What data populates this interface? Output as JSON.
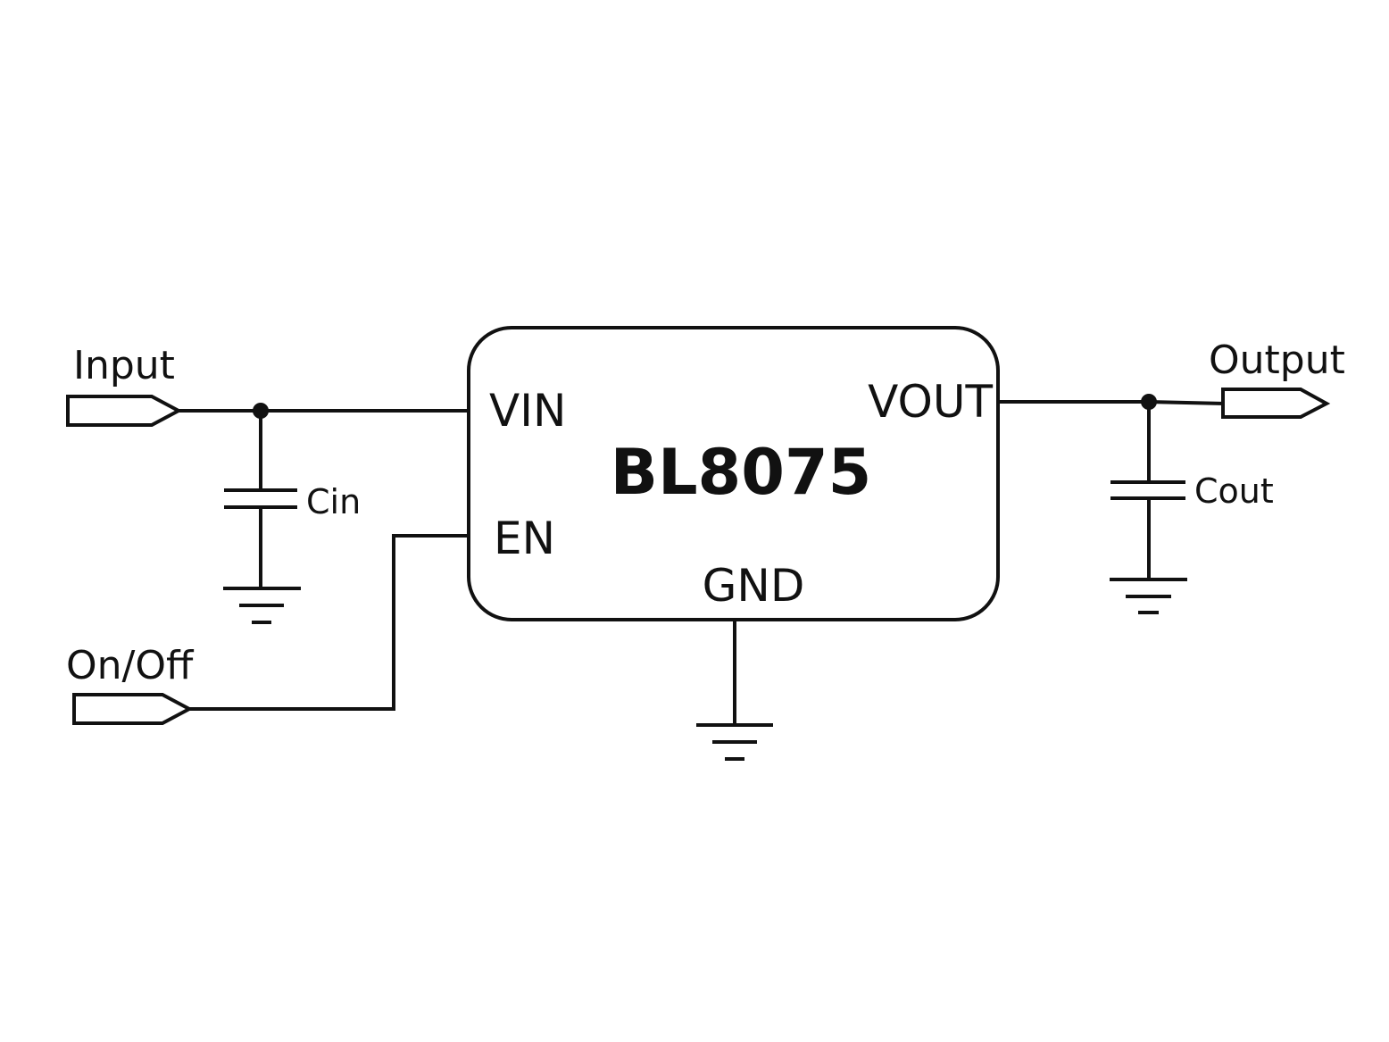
{
  "diagram": {
    "part_name": "BL8075",
    "pins": {
      "vin": "VIN",
      "vout": "VOUT",
      "en": "EN",
      "gnd": "GND"
    },
    "ports": {
      "input": "Input",
      "output": "Output",
      "on_off": "On/Off"
    },
    "capacitors": {
      "cin": "Cin",
      "cout": "Cout"
    }
  }
}
